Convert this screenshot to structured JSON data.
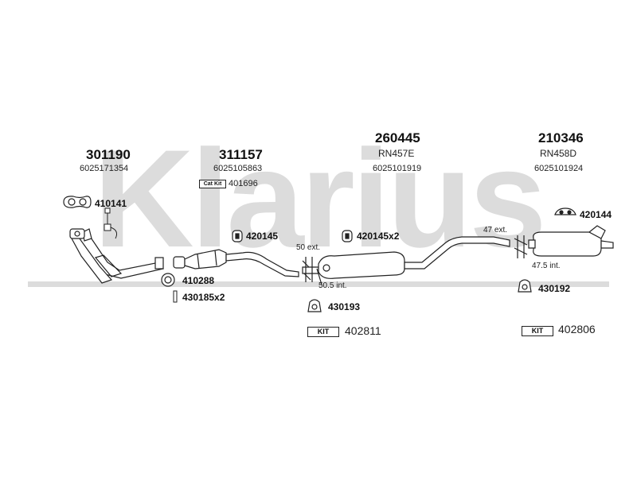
{
  "watermark": {
    "text": "Klarius"
  },
  "groups": [
    {
      "part_number": "301190",
      "oe_number": "6025171354"
    },
    {
      "part_number": "311157",
      "oe_number": "6025105863",
      "cat_kit_label": "Cat Kit",
      "cat_kit_number": "401696"
    },
    {
      "part_number": "260445",
      "code": "RN457E",
      "oe_number": "6025101919"
    },
    {
      "part_number": "210346",
      "code": "RN458D",
      "oe_number": "6025101924"
    }
  ],
  "accessories": [
    {
      "number": "410141",
      "icon": "gasket-icon"
    },
    {
      "number": "410288",
      "icon": "ring-gasket-icon"
    },
    {
      "number": "430185x2",
      "icon": "bolt-icon"
    },
    {
      "number": "420145",
      "icon": "rubber-mount-icon"
    },
    {
      "number": "420145x2",
      "icon": "rubber-mount-icon"
    },
    {
      "number": "430193",
      "icon": "hanger-icon"
    },
    {
      "number": "420144",
      "icon": "rubber-strip-icon"
    },
    {
      "number": "430192",
      "icon": "hanger-icon"
    }
  ],
  "kits": [
    {
      "label": "KIT",
      "number": "402811"
    },
    {
      "label": "KIT",
      "number": "402806"
    }
  ],
  "dimensions": [
    {
      "label": "50 ext."
    },
    {
      "label": "50.5 int."
    },
    {
      "label": "47 ext."
    },
    {
      "label": "47.5 int."
    }
  ],
  "colors": {
    "watermark": "#dcdcdc",
    "stroke": "#222222",
    "fill": "#ffffff"
  }
}
